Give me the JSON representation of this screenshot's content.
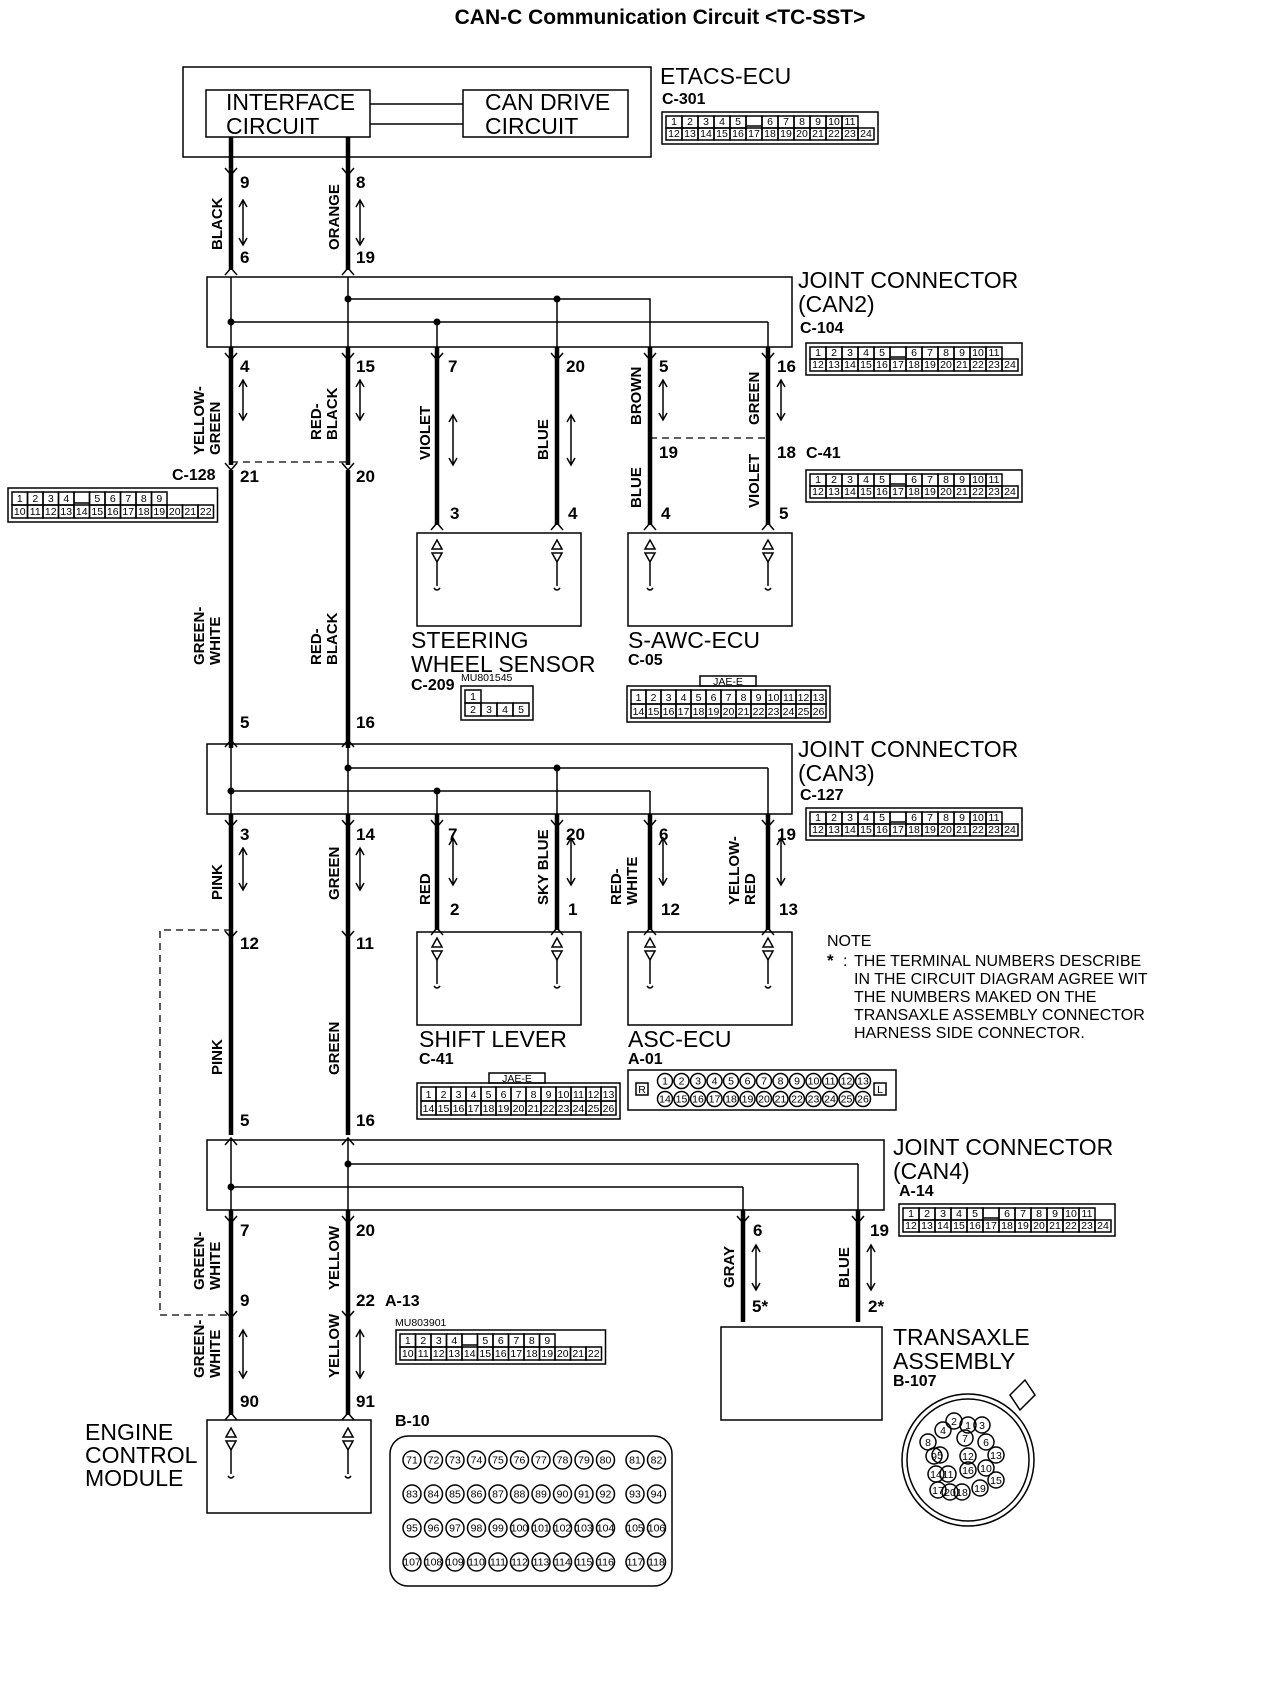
{
  "title": "CAN-C Communication Circuit <TC-SST>",
  "components": {
    "etacs": {
      "name": "ETACS-ECU",
      "code": "C-301",
      "box_left": "INTERFACE\nCIRCUIT",
      "box_right": "CAN DRIVE\nCIRCUIT"
    },
    "jc2": {
      "name": "JOINT CONNECTOR\n(CAN2)",
      "code": "C-104"
    },
    "jc3": {
      "name": "JOINT CONNECTOR\n(CAN3)",
      "code": "C-127"
    },
    "jc4": {
      "name": "JOINT CONNECTOR\n(CAN4)",
      "code": "A-14"
    },
    "steering": {
      "name": "STEERING\nWHEEL SENSOR",
      "code": "C-209",
      "part": "MU801545"
    },
    "sawc": {
      "name": "S-AWC-ECU",
      "code": "C-05",
      "conn_type": "JAE-E"
    },
    "shift": {
      "name": "SHIFT LEVER",
      "code": "C-41",
      "conn_type": "JAE-E"
    },
    "asc": {
      "name": "ASC-ECU",
      "code": "A-01"
    },
    "ecm": {
      "name": "ENGINE\nCONTROL\nMODULE",
      "code": "B-10"
    },
    "transaxle": {
      "name": "TRANSAXLE\nASSEMBLY",
      "code": "B-107"
    },
    "c128": {
      "code": "C-128"
    },
    "c41b": {
      "code": "C-41"
    },
    "a13": {
      "code": "A-13",
      "part": "MU803901"
    }
  },
  "wires": {
    "black": "BLACK",
    "orange": "ORANGE",
    "yellow_green": "YELLOW-\nGREEN",
    "red_black_1": "RED-\nBLACK",
    "violet_1": "VIOLET",
    "blue_1": "BLUE",
    "brown": "BROWN",
    "green_1": "GREEN",
    "blue_2": "BLUE",
    "violet_2": "VIOLET",
    "green_white_1": "GREEN-\nWHITE",
    "red_black_2": "RED-\nBLACK",
    "pink_1": "PINK",
    "green_2": "GREEN",
    "red": "RED",
    "sky_blue": "SKY BLUE",
    "red_white": "RED-\nWHITE",
    "yellow_red": "YELLOW-\nRED",
    "pink_2": "PINK",
    "green_3": "GREEN",
    "green_white_2": "GREEN-\nWHITE",
    "yellow_1": "YELLOW",
    "gray": "GRAY",
    "blue_3": "BLUE",
    "green_white_3": "GREEN-\nWHITE",
    "yellow_2": "YELLOW"
  },
  "pins": {
    "e9": "9",
    "e8": "8",
    "j2_6": "6",
    "j2_19": "19",
    "j2_4": "4",
    "j2_15": "15",
    "j2_7": "7",
    "j2_20": "20",
    "j2_5": "5",
    "j2_16": "16",
    "c128_21": "21",
    "c128_20": "20",
    "c41_19": "19",
    "c41_18": "18",
    "sw_3": "3",
    "sw_4": "4",
    "sa_4": "4",
    "sa_5": "5",
    "j3_5": "5",
    "j3_16": "16",
    "j3_3": "3",
    "j3_14": "14",
    "j3_7": "7",
    "j3_20": "20",
    "j3_6": "6",
    "j3_19": "19",
    "sl_2": "2",
    "sl_1": "1",
    "as_12": "12",
    "as_13": "13",
    "c128_12": "12",
    "c128_11": "11",
    "j4_5": "5",
    "j4_16": "16",
    "j4_7": "7",
    "j4_20": "20",
    "j4_6": "6",
    "j4_19": "19",
    "a13_9": "9",
    "a13_22": "22",
    "ta_5": "5*",
    "ta_2": "2*",
    "ecm_90": "90",
    "ecm_91": "91"
  },
  "connectors": {
    "std24": {
      "row1": [
        "1",
        "2",
        "3",
        "4",
        "5",
        "6",
        "7",
        "8",
        "9",
        "10",
        "11"
      ],
      "row2": [
        "12",
        "13",
        "14",
        "15",
        "16",
        "17",
        "18",
        "19",
        "20",
        "21",
        "22",
        "23",
        "24"
      ]
    },
    "c128": {
      "row1": [
        "1",
        "2",
        "3",
        "4",
        "5",
        "6",
        "7",
        "8",
        "9"
      ],
      "row2": [
        "10",
        "11",
        "12",
        "13",
        "14",
        "15",
        "16",
        "17",
        "18",
        "19",
        "20",
        "21",
        "22"
      ]
    },
    "jae26": {
      "row1": [
        "1",
        "2",
        "3",
        "4",
        "5",
        "6",
        "7",
        "8",
        "9",
        "10",
        "11",
        "12",
        "13"
      ],
      "row2": [
        "14",
        "15",
        "16",
        "17",
        "18",
        "19",
        "20",
        "21",
        "22",
        "23",
        "24",
        "25",
        "26"
      ]
    },
    "c209": {
      "row1": [
        "1"
      ],
      "row2": [
        "2",
        "3",
        "4",
        "5"
      ]
    },
    "asc": {
      "row1": [
        "1",
        "2",
        "3",
        "4",
        "5",
        "6",
        "7",
        "8",
        "9",
        "10",
        "11",
        "12",
        "13"
      ],
      "row2": [
        "14",
        "15",
        "16",
        "17",
        "18",
        "19",
        "20",
        "21",
        "22",
        "23",
        "24",
        "25",
        "26"
      ],
      "tag_left": "R",
      "tag_right": "L"
    },
    "ecm": {
      "rows": [
        [
          "71",
          "72",
          "73",
          "74",
          "75",
          "76",
          "77",
          "78",
          "79",
          "80",
          "81",
          "82"
        ],
        [
          "83",
          "84",
          "85",
          "86",
          "87",
          "88",
          "89",
          "90",
          "91",
          "92",
          "93",
          "94"
        ],
        [
          "95",
          "96",
          "97",
          "98",
          "99",
          "100",
          "101",
          "102",
          "103",
          "104",
          "105",
          "106"
        ],
        [
          "107",
          "108",
          "109",
          "110",
          "111",
          "112",
          "113",
          "114",
          "115",
          "116",
          "117",
          "118"
        ]
      ]
    },
    "transaxle": {
      "pins": [
        "1",
        "2",
        "3",
        "4",
        "5",
        "6",
        "7",
        "8",
        "9",
        "10",
        "11",
        "12",
        "13",
        "14",
        "15",
        "16",
        "17",
        "18",
        "19",
        "20"
      ]
    }
  },
  "note": {
    "heading": "NOTE",
    "star": "*",
    "lines": [
      "THE TERMINAL NUMBERS DESCRIBE",
      "IN THE CIRCUIT DIAGRAM AGREE WIT",
      "THE NUMBERS MAKED ON THE",
      "TRANSAXLE ASSEMBLY CONNECTOR",
      "HARNESS SIDE CONNECTOR."
    ]
  }
}
